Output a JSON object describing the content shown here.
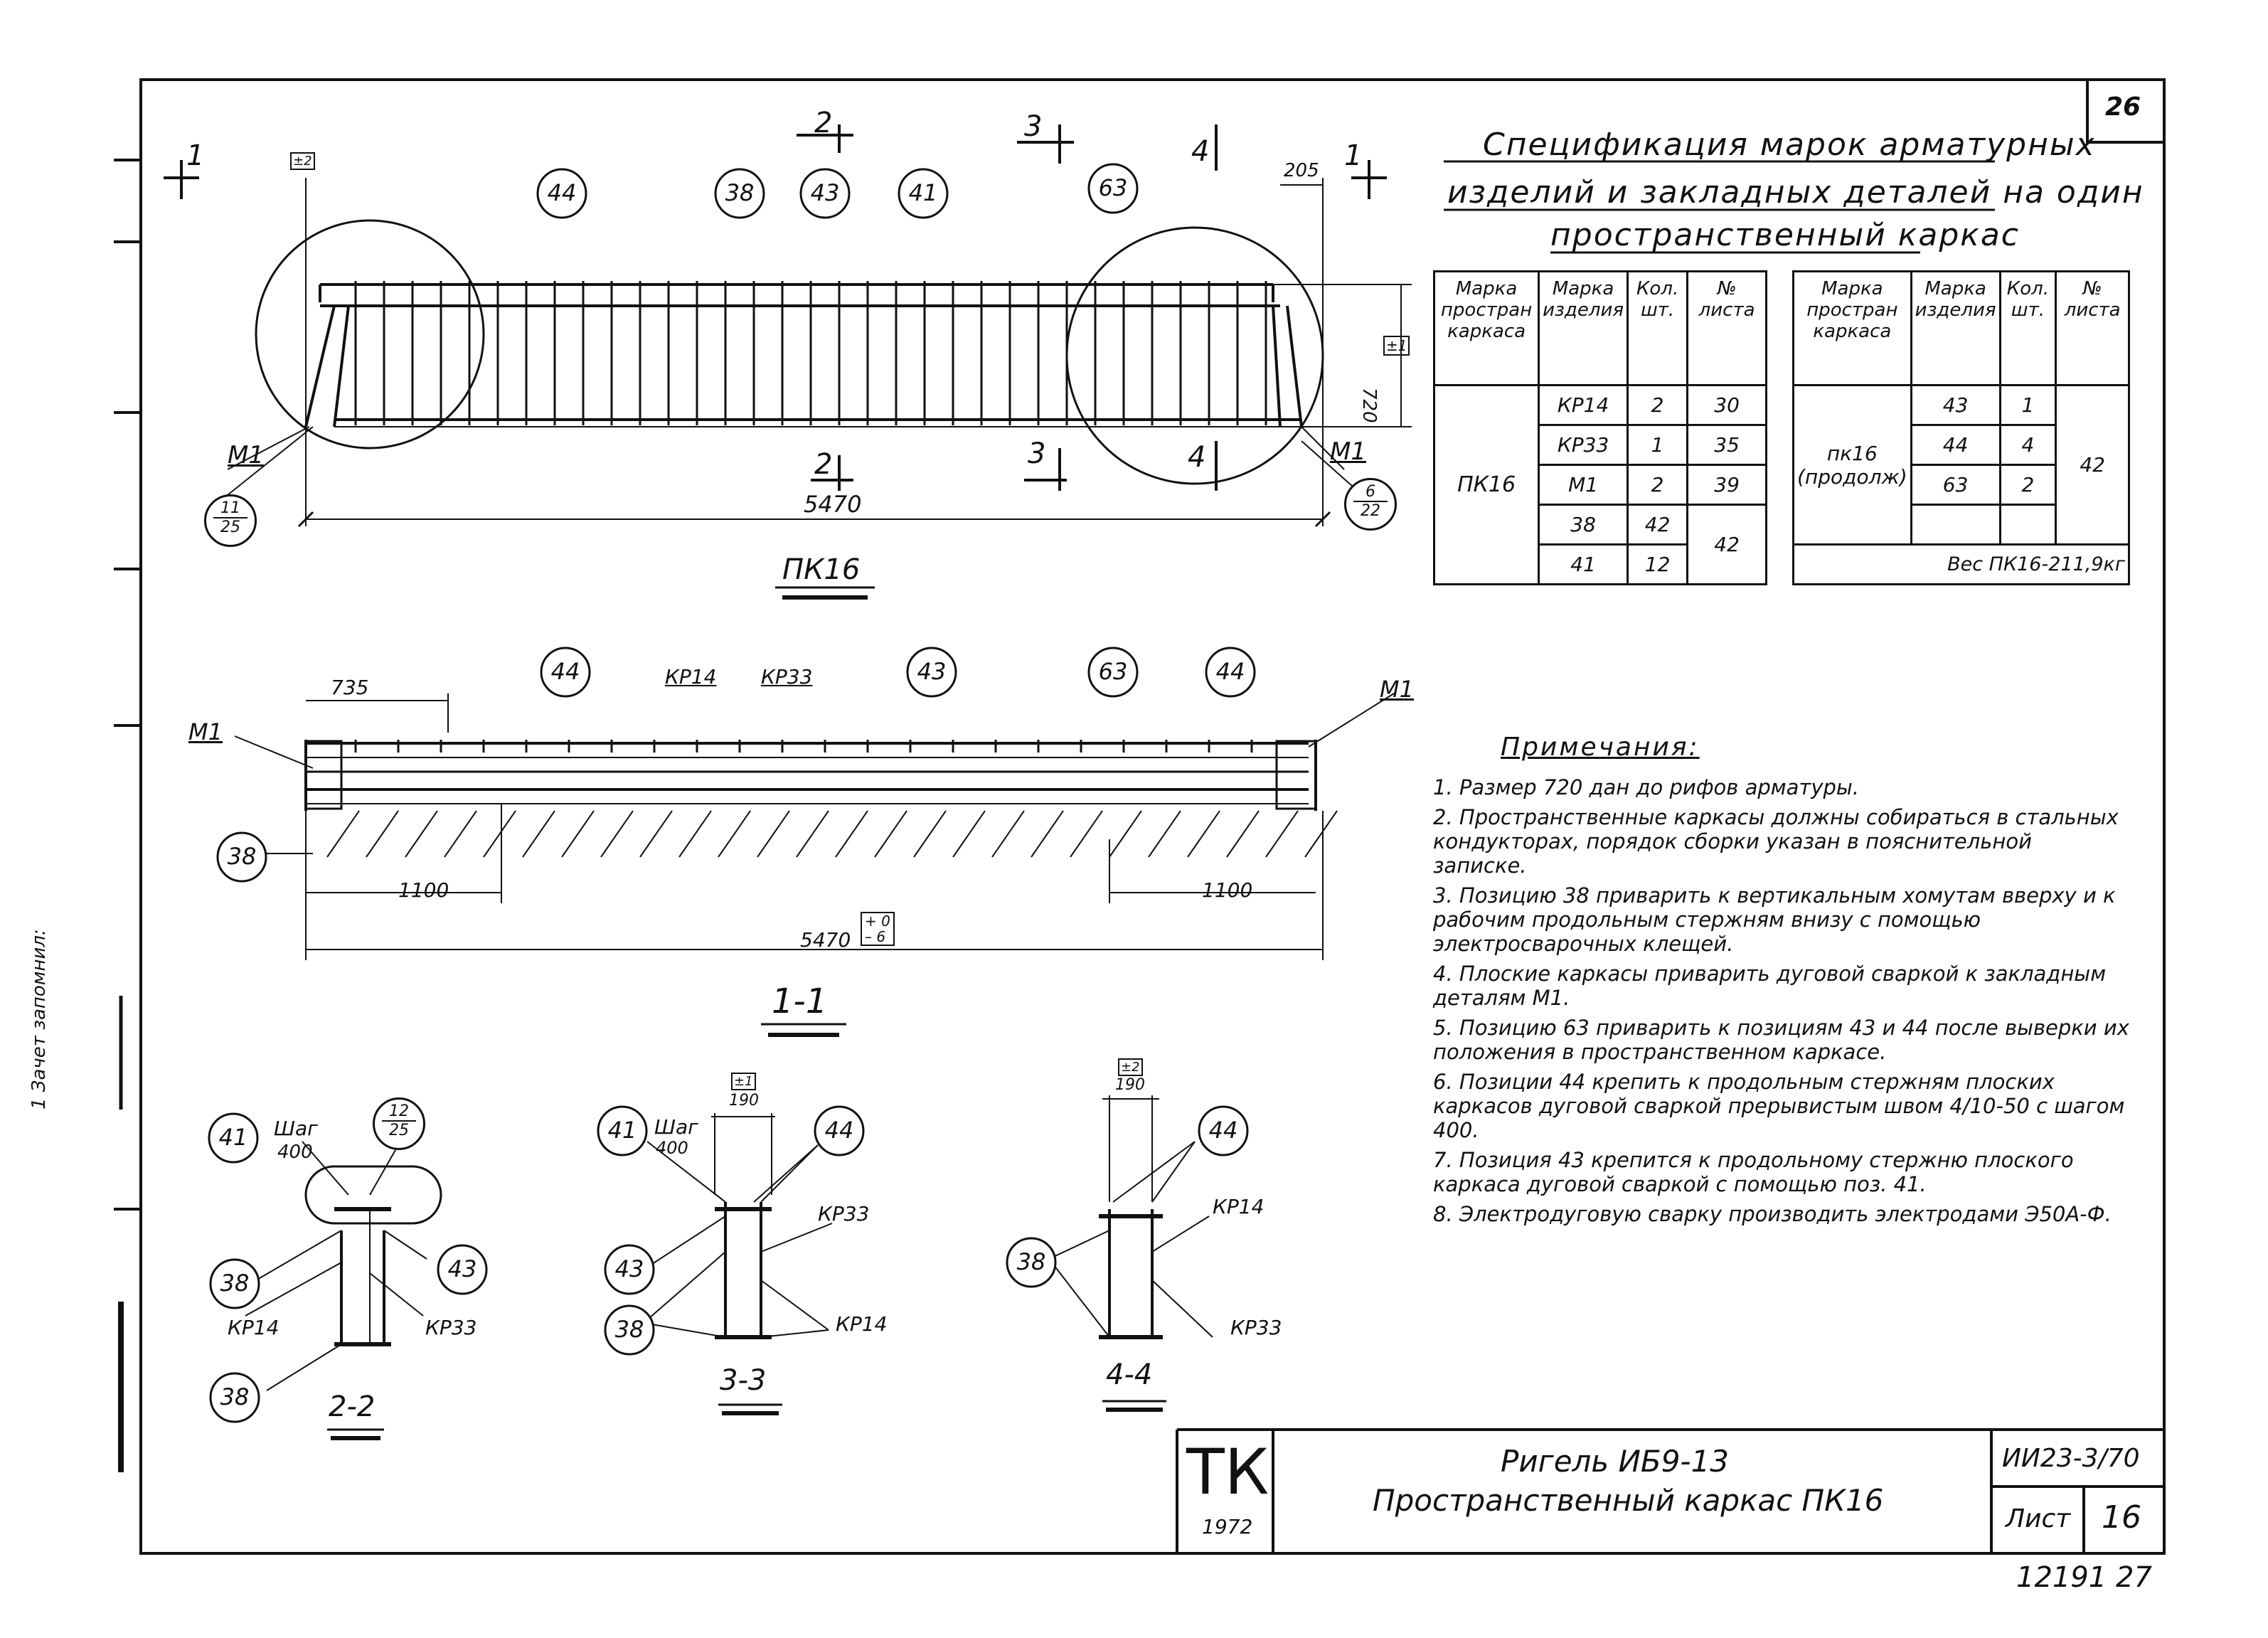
{
  "sheet": {
    "corner_number": "26",
    "bottom_code": "12191",
    "bottom_page": "27"
  },
  "views": {
    "main_title": "ПК16",
    "section_1_1": "1-1",
    "section_2_2": "2-2",
    "section_3_3": "3-3",
    "section_4_4": "4-4"
  },
  "main_view": {
    "dim_overall": "5470",
    "dim_205": "205",
    "dim_720": "720",
    "tol_720": "±1",
    "tol_top": "±2",
    "cut_1": "1",
    "cut_2": "2",
    "cut_3": "3",
    "cut_4": "4",
    "label_m1_left": "М1",
    "label_m1_right": "М1",
    "callouts": [
      "44",
      "38",
      "43",
      "41",
      "63"
    ],
    "ref_left_top": "11",
    "ref_left_bottom": "25",
    "ref_right_top": "6",
    "ref_right_bottom": "22"
  },
  "section_1_1": {
    "dim_735": "735",
    "dim_1100_left": "1100",
    "dim_1100_right": "1100",
    "dim_overall": "5470",
    "tol_plus": "+ 0",
    "tol_minus": "– 6",
    "label_m1_left": "М1",
    "label_m1_right": "М1",
    "label_kp14": "КР14",
    "label_kp33": "КР33",
    "callouts": [
      "44",
      "43",
      "63",
      "44",
      "38"
    ]
  },
  "section_2_2": {
    "step_label": "Шаг",
    "step_value": "400",
    "ref_top": "12",
    "ref_bottom": "25",
    "label_kp14": "КР14",
    "label_kp33": "КР33",
    "callouts": [
      "41",
      "38",
      "43",
      "38"
    ]
  },
  "section_3_3": {
    "step_label": "Шаг",
    "step_value": "400",
    "dim_top": "190",
    "tol_top": "±1",
    "label_kp33": "КР33",
    "label_kp14": "КР14",
    "callouts": [
      "41",
      "44",
      "43",
      "38"
    ]
  },
  "section_4_4": {
    "dim_top": "190",
    "tol_top": "±2",
    "label_kp14": "КР14",
    "label_kp33": "КР33",
    "callouts": [
      "44",
      "38"
    ]
  },
  "spec": {
    "title_line1": "Спецификация  марок арматурных",
    "title_line2": "изделий и закладных деталей на один",
    "title_line3": "пространственный каркас",
    "headers": [
      "Марка простран каркаса",
      "Марка изделия",
      "Кол. шт.",
      "№ листа"
    ],
    "left_table": {
      "frame_mark": "ПК16",
      "rows": [
        {
          "item": "КР14",
          "qty": "2",
          "sheet": "30"
        },
        {
          "item": "КР33",
          "qty": "1",
          "sheet": "35"
        },
        {
          "item": "М1",
          "qty": "2",
          "sheet": "39"
        },
        {
          "item": "38",
          "qty": "42",
          "sheet": "42"
        },
        {
          "item": "41",
          "qty": "12",
          "sheet": ""
        }
      ]
    },
    "right_table": {
      "frame_mark": "пк16 (продолж)",
      "rows": [
        {
          "item": "43",
          "qty": "1"
        },
        {
          "item": "44",
          "qty": "4"
        },
        {
          "item": "63",
          "qty": "2"
        },
        {
          "item": "",
          "qty": ""
        }
      ],
      "sheet": "42",
      "weight": "Вес ПК16-211,9кг"
    }
  },
  "notes": {
    "heading": "Примечания:",
    "items": [
      "1. Размер 720 дан до рифов арматуры.",
      "2. Пространственные каркасы должны собираться в стальных кондукторах, порядок сборки указан в пояснительной записке.",
      "3. Позицию 38 приварить к вертикальным хомутам вверху и к рабочим продольным стержням внизу с помощью электросварочных клещей.",
      "4. Плоские каркасы приварить дуговой сваркой к закладным деталям М1.",
      "5. Позицию 63 приварить к позициям 43 и 44 после выверки их положения в пространственном каркасе.",
      "6. Позиции 44 крепить к продольным стержням плоских каркасов дуговой сваркой прерывистым швом 4/10-50 с шагом 400.",
      "7. Позиция 43 крепится к продольному стержню плоского каркаса дуговой сваркой с помощью поз. 41.",
      "8. Электродуговую сварку производить электродами Э50А-Ф."
    ]
  },
  "title_block": {
    "org": "ТК",
    "year": "1972",
    "title_line1": "Ригель  ИБ9-13",
    "title_line2": "Пространственный  каркас  ПК16",
    "series": "ИИ23-3/70",
    "sheet_label": "Лист",
    "sheet_number": "16"
  },
  "margin": {
    "stamp_text": "1 Зачет запомнил:"
  }
}
